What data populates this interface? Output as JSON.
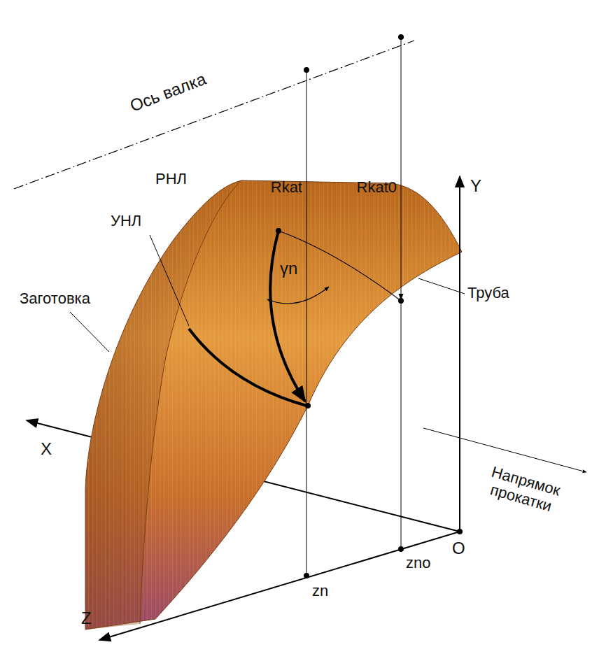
{
  "diagram": {
    "labels": [
      "Ось валка",
      "Rkat",
      "Rkat0",
      "РНЛ",
      "Y",
      "УНЛ",
      "γn",
      "Труба",
      "Заготовка",
      "X",
      "Напрямок прокатки",
      "O",
      "zno",
      "zn",
      "Z"
    ]
  }
}
